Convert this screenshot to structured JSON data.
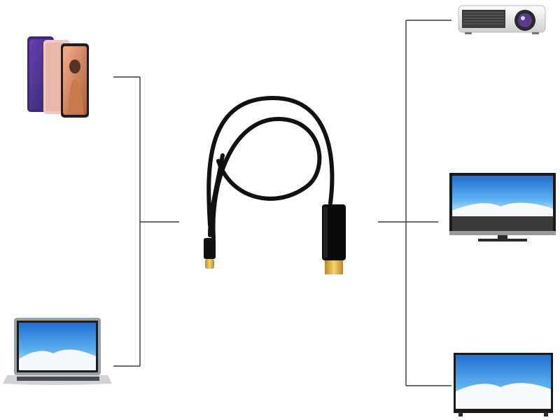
{
  "diagram": {
    "center": {
      "item": "usb-c-to-displayport-cable",
      "icon": "cable-icon"
    },
    "sources": [
      {
        "item": "smartphones",
        "icon": "smartphones-icon"
      },
      {
        "item": "laptop",
        "icon": "laptop-icon"
      }
    ],
    "outputs": [
      {
        "item": "projector",
        "icon": "projector-icon"
      },
      {
        "item": "monitor",
        "icon": "monitor-icon"
      },
      {
        "item": "television",
        "icon": "television-icon"
      }
    ],
    "colors": {
      "line": "#3a3a3a",
      "cable": "#111111",
      "gold": "#e2b83a",
      "screen": "#2a7fd8",
      "device_body": "#2b2b2b",
      "background": "#ffffff"
    }
  }
}
